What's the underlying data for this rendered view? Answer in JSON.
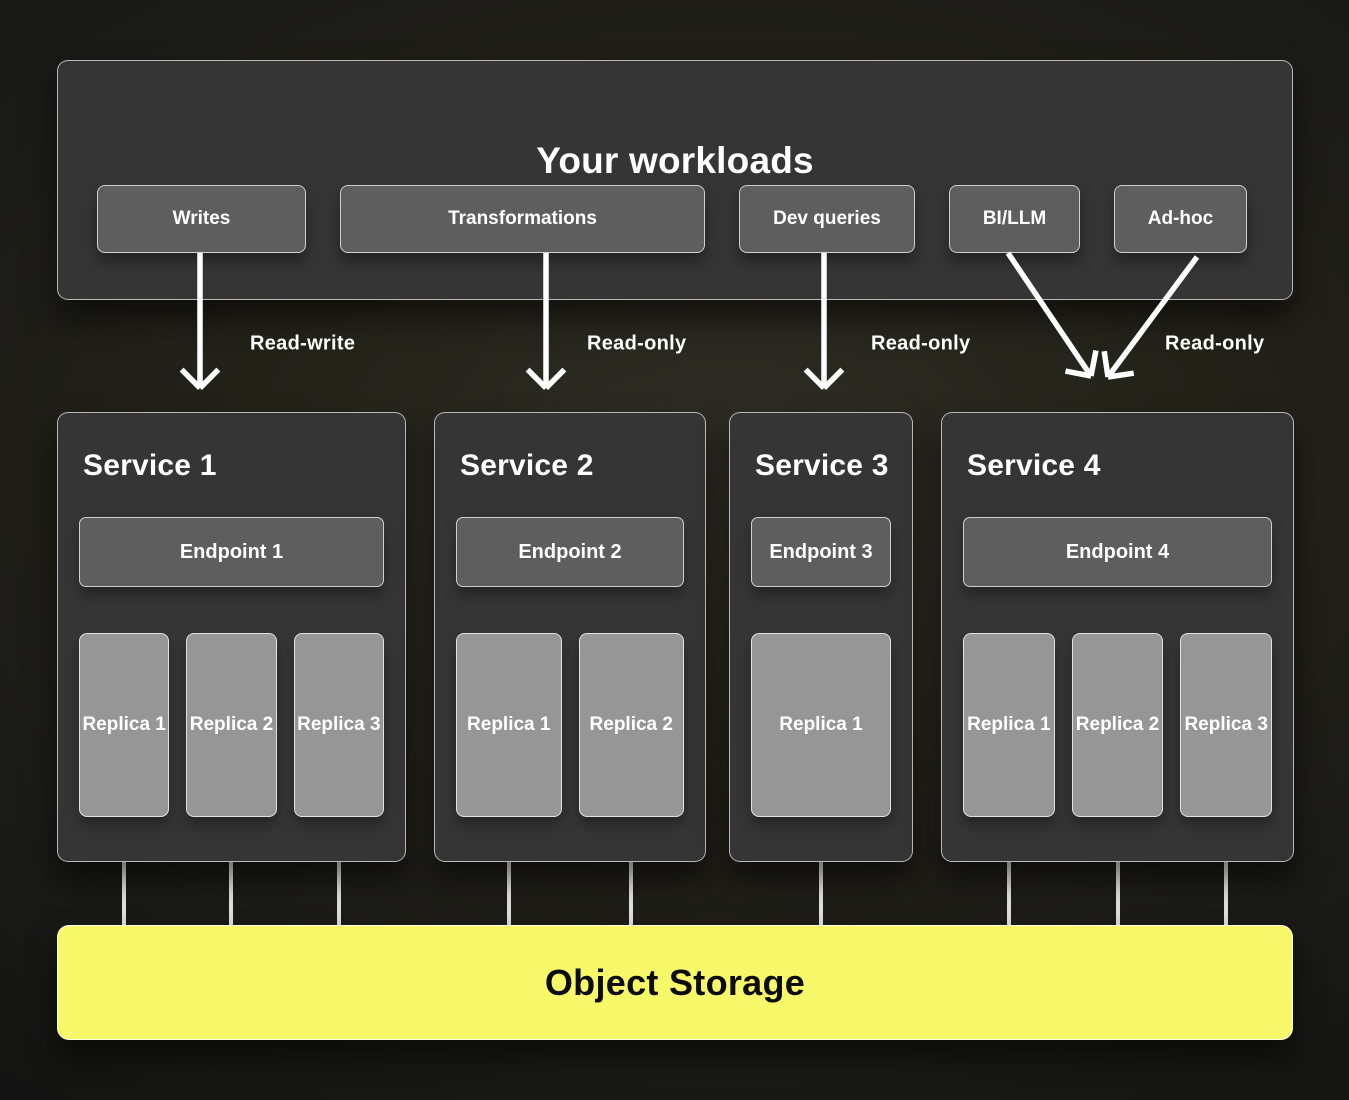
{
  "workloads": {
    "title": "Your workloads",
    "buttons": [
      {
        "label": "Writes"
      },
      {
        "label": "Transformations"
      },
      {
        "label": "Dev queries"
      },
      {
        "label": "BI/LLM"
      },
      {
        "label": "Ad-hoc"
      }
    ]
  },
  "flows": [
    {
      "label": "Read-write"
    },
    {
      "label": "Read-only"
    },
    {
      "label": "Read-only"
    },
    {
      "label": "Read-only"
    }
  ],
  "services": [
    {
      "title": "Service 1",
      "endpoint": "Endpoint 1",
      "replicas": [
        "Replica 1",
        "Replica 2",
        "Replica 3"
      ]
    },
    {
      "title": "Service 2",
      "endpoint": "Endpoint 2",
      "replicas": [
        "Replica 1",
        "Replica 2"
      ]
    },
    {
      "title": "Service 3",
      "endpoint": "Endpoint 3",
      "replicas": [
        "Replica 1"
      ]
    },
    {
      "title": "Service 4",
      "endpoint": "Endpoint 4",
      "replicas": [
        "Replica 1",
        "Replica 2",
        "Replica 3"
      ]
    }
  ],
  "storage": {
    "label": "Object Storage"
  },
  "colors": {
    "panel": "#353535",
    "button": "#5e5e5e",
    "replica": "#969696",
    "storage_yellow": "#f6f869",
    "arrow": "#ffffff",
    "text_light": "#ffffff",
    "text_dark": "#0c0c0c"
  }
}
